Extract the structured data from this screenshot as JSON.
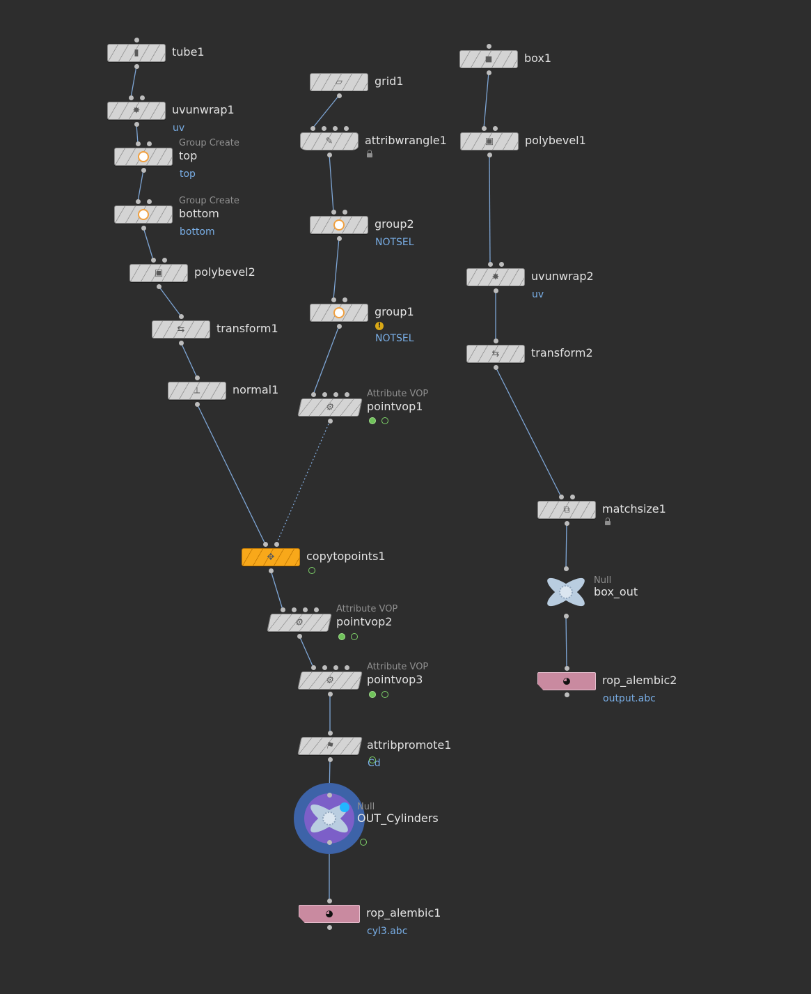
{
  "network": {
    "nodes": [
      {
        "id": "tube1",
        "name": "tube1",
        "icon": "tube-icon",
        "glyph": "▮"
      },
      {
        "id": "uvunwrap1",
        "name": "uvunwrap1",
        "icon": "uvunwrap-icon",
        "glyph": "✸",
        "sub": "uv"
      },
      {
        "id": "top",
        "type": "Group Create",
        "name": "top",
        "icon": "group-icon",
        "sub": "top"
      },
      {
        "id": "bottom",
        "type": "Group Create",
        "name": "bottom",
        "icon": "group-icon",
        "sub": "bottom"
      },
      {
        "id": "polybevel2",
        "name": "polybevel2",
        "icon": "polybevel-icon",
        "glyph": "▣"
      },
      {
        "id": "transform1",
        "name": "transform1",
        "icon": "transform-icon",
        "glyph": "⇆"
      },
      {
        "id": "normal1",
        "name": "normal1",
        "icon": "normal-icon",
        "glyph": "⟂"
      },
      {
        "id": "grid1",
        "name": "grid1",
        "icon": "grid-icon",
        "glyph": "▱"
      },
      {
        "id": "attribwrangle1",
        "name": "attribwrangle1",
        "icon": "attribwrangle-icon",
        "glyph": "✎"
      },
      {
        "id": "group2",
        "name": "group2",
        "icon": "group-icon",
        "sub": "NOTSEL"
      },
      {
        "id": "group1",
        "name": "group1",
        "icon": "group-icon",
        "sub": "NOTSEL",
        "warning": "!"
      },
      {
        "id": "pointvop1",
        "type": "Attribute VOP",
        "name": "pointvop1",
        "icon": "vop-icon",
        "glyph": "⚙"
      },
      {
        "id": "copytopoints1",
        "name": "copytopoints1",
        "icon": "copytopoints-icon",
        "glyph": "✥"
      },
      {
        "id": "pointvop2",
        "type": "Attribute VOP",
        "name": "pointvop2",
        "icon": "vop-icon",
        "glyph": "⚙"
      },
      {
        "id": "pointvop3",
        "type": "Attribute VOP",
        "name": "pointvop3",
        "icon": "vop-icon",
        "glyph": "⚙"
      },
      {
        "id": "attribpromote1",
        "name": "attribpromote1",
        "icon": "attribpromote-icon",
        "glyph": "⚑",
        "sub": "Cd"
      },
      {
        "id": "OUT_Cylinders",
        "type": "Null",
        "name": "OUT_Cylinders",
        "icon": "null-icon"
      },
      {
        "id": "rop_alembic1",
        "name": "rop_alembic1",
        "icon": "alembic-icon",
        "glyph": "◕",
        "sub": "cyl3.abc"
      },
      {
        "id": "box1",
        "name": "box1",
        "icon": "box-icon",
        "glyph": "◼"
      },
      {
        "id": "polybevel1",
        "name": "polybevel1",
        "icon": "polybevel-icon",
        "glyph": "▣"
      },
      {
        "id": "uvunwrap2",
        "name": "uvunwrap2",
        "icon": "uvunwrap-icon",
        "glyph": "✸",
        "sub": "uv"
      },
      {
        "id": "transform2",
        "name": "transform2",
        "icon": "transform-icon",
        "glyph": "⇆"
      },
      {
        "id": "matchsize1",
        "name": "matchsize1",
        "icon": "matchsize-icon",
        "glyph": "⧉"
      },
      {
        "id": "box_out",
        "type": "Null",
        "name": "box_out",
        "icon": "null-icon"
      },
      {
        "id": "rop_alembic2",
        "name": "rop_alembic2",
        "icon": "alembic-icon",
        "glyph": "◕",
        "sub": "output.abc"
      }
    ],
    "connections": [
      [
        "tube1",
        "uvunwrap1"
      ],
      [
        "uvunwrap1",
        "top"
      ],
      [
        "top",
        "bottom"
      ],
      [
        "bottom",
        "polybevel2"
      ],
      [
        "polybevel2",
        "transform1"
      ],
      [
        "transform1",
        "normal1"
      ],
      [
        "normal1",
        "copytopoints1"
      ],
      [
        "grid1",
        "attribwrangle1"
      ],
      [
        "attribwrangle1",
        "group2"
      ],
      [
        "group2",
        "group1"
      ],
      [
        "group1",
        "pointvop1"
      ],
      [
        "pointvop1",
        "copytopoints1"
      ],
      [
        "copytopoints1",
        "pointvop2"
      ],
      [
        "pointvop2",
        "pointvop3"
      ],
      [
        "pointvop3",
        "attribpromote1"
      ],
      [
        "attribpromote1",
        "OUT_Cylinders"
      ],
      [
        "OUT_Cylinders",
        "rop_alembic1"
      ],
      [
        "box1",
        "polybevel1"
      ],
      [
        "polybevel1",
        "uvunwrap2"
      ],
      [
        "uvunwrap2",
        "transform2"
      ],
      [
        "transform2",
        "matchsize1"
      ],
      [
        "matchsize1",
        "box_out"
      ],
      [
        "box_out",
        "rop_alembic2"
      ]
    ],
    "colors": {
      "wire": "#7ea6d6",
      "node": "#d4d4d4",
      "orange": "#f8a81a",
      "pink": "#c98aa0",
      "display": "#3d63a8"
    }
  }
}
